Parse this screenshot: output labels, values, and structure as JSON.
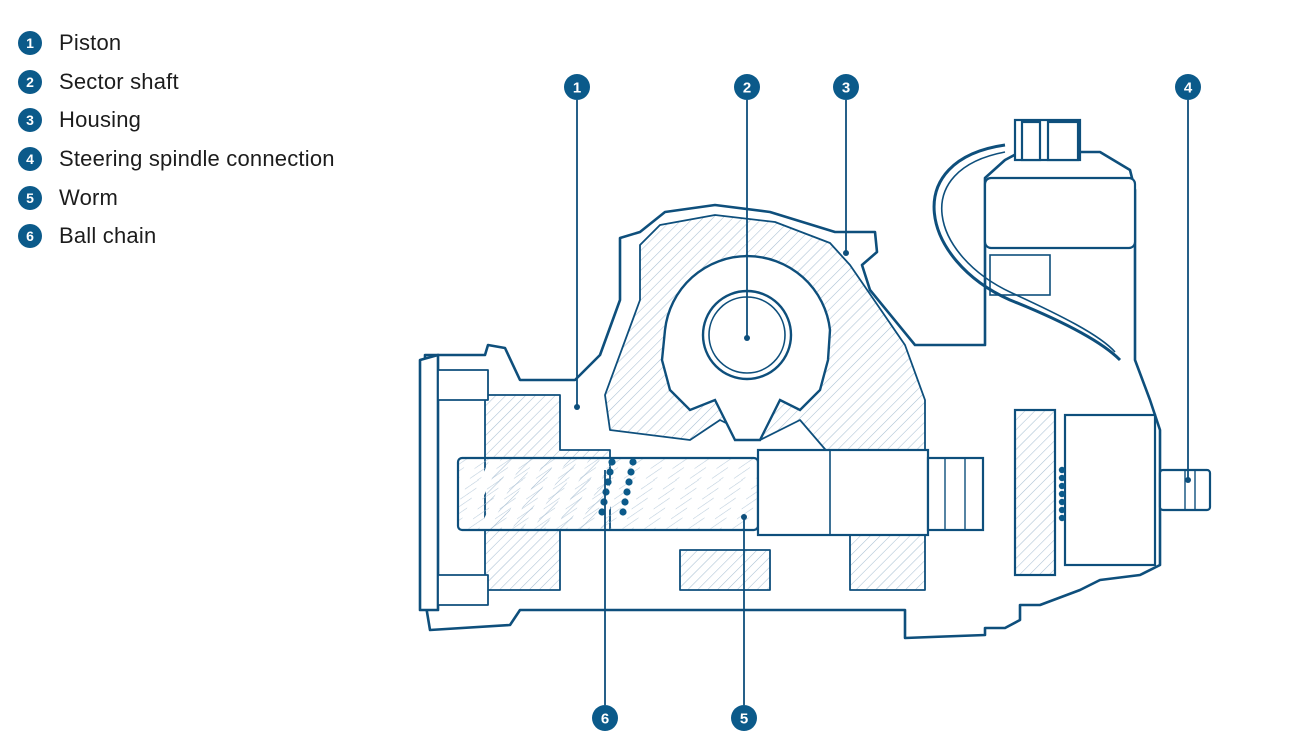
{
  "colors": {
    "accent": "#0b5a8a",
    "line": "#0e4f7c",
    "hatch": "#9fb8cc"
  },
  "legend": [
    {
      "num": "1",
      "label": "Piston"
    },
    {
      "num": "2",
      "label": "Sector shaft"
    },
    {
      "num": "3",
      "label": "Housing"
    },
    {
      "num": "4",
      "label": "Steering spindle connection"
    },
    {
      "num": "5",
      "label": "Worm"
    },
    {
      "num": "6",
      "label": "Ball chain"
    }
  ],
  "callouts": [
    {
      "num": "1"
    },
    {
      "num": "2"
    },
    {
      "num": "3"
    },
    {
      "num": "4"
    },
    {
      "num": "5"
    },
    {
      "num": "6"
    }
  ]
}
